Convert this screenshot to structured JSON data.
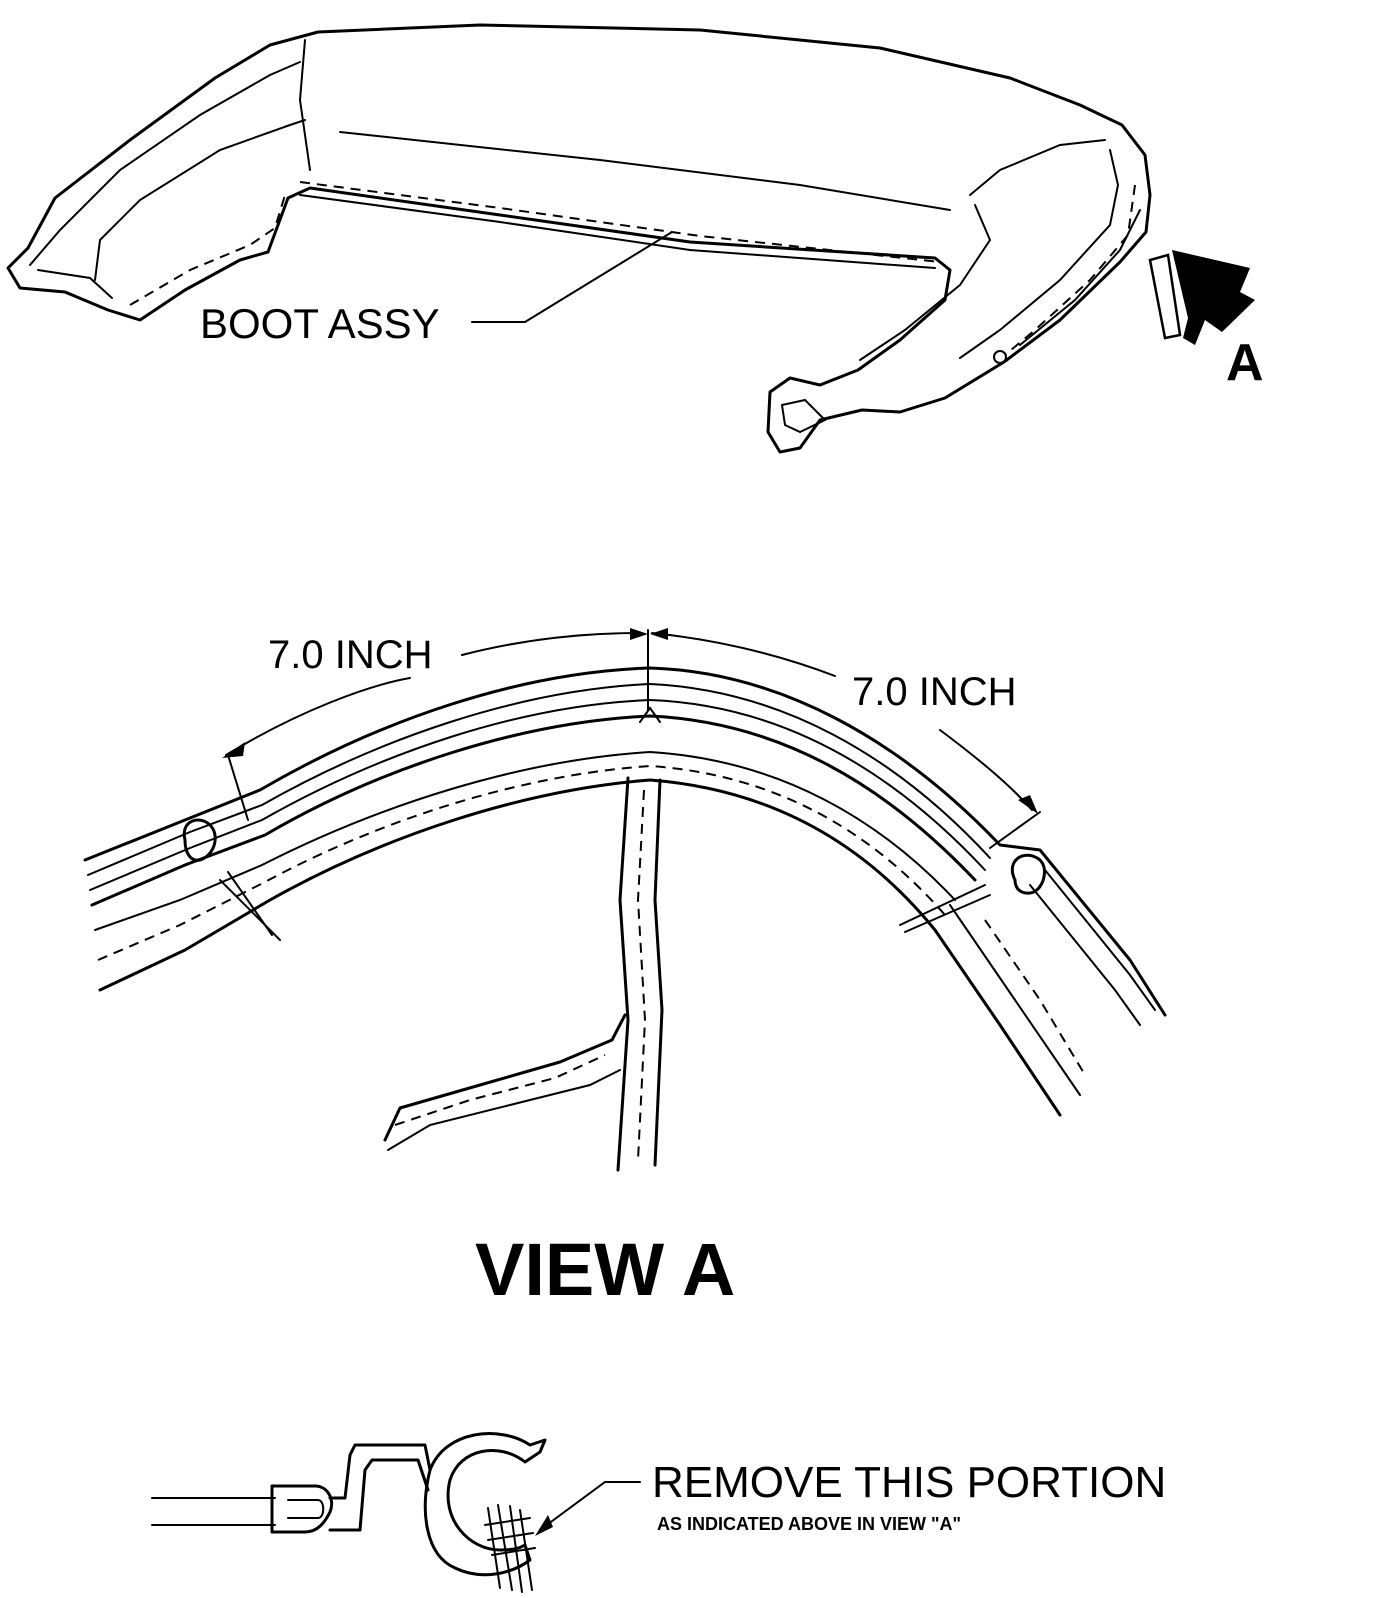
{
  "labels": {
    "boot_assy": "BOOT ASSY",
    "view_marker": "A",
    "dimension_left": "7.0 INCH",
    "dimension_right": "7.0 INCH",
    "view_title": "VIEW A",
    "remove_title": "REMOVE THIS PORTION",
    "remove_note": "AS INDICATED ABOVE IN VIEW \"A\""
  }
}
